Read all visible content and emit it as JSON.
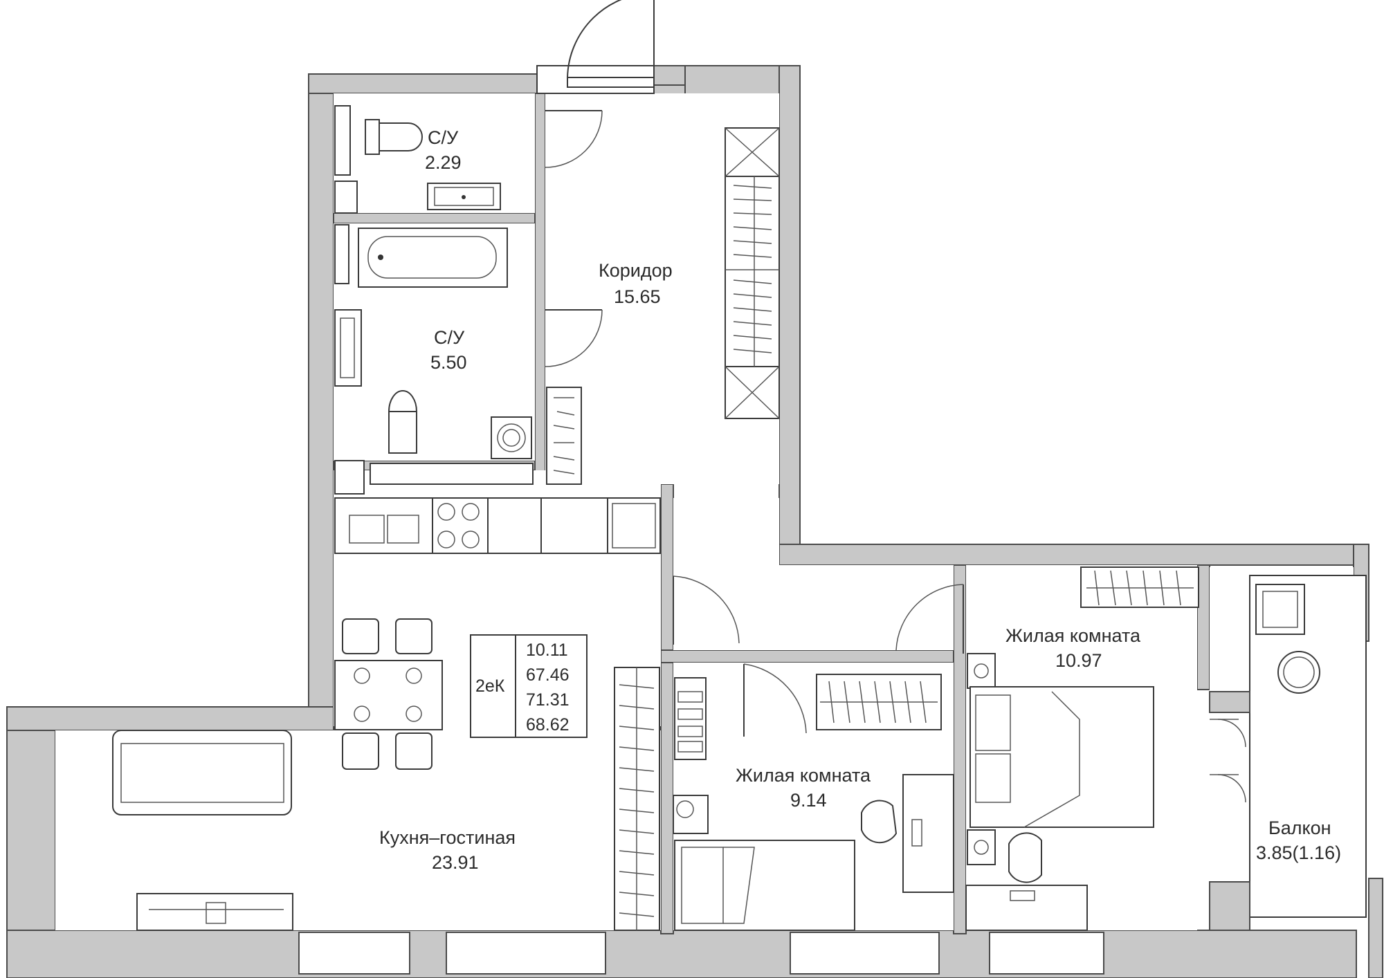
{
  "rooms": {
    "wc_small": {
      "name": "С/У",
      "area": "2.29"
    },
    "corridor": {
      "name": "Коридор",
      "area": "15.65"
    },
    "bathroom": {
      "name": "С/У",
      "area": "5.50"
    },
    "kitchen_living": {
      "name": "Кухня–гостиная",
      "area": "23.91"
    },
    "bedroom_small": {
      "name": "Жилая комната",
      "area": "9.14"
    },
    "bedroom_large": {
      "name": "Жилая комната",
      "area": "10.97"
    },
    "balcony": {
      "name": "Балкон",
      "area": "3.85(1.16)"
    }
  },
  "summary": {
    "type": "2еК",
    "values": [
      "10.11",
      "67.46",
      "71.31",
      "68.62"
    ]
  },
  "colors": {
    "wall": "#c8c8c8",
    "line": "#3a3a3a",
    "text": "#2b2b2b"
  }
}
